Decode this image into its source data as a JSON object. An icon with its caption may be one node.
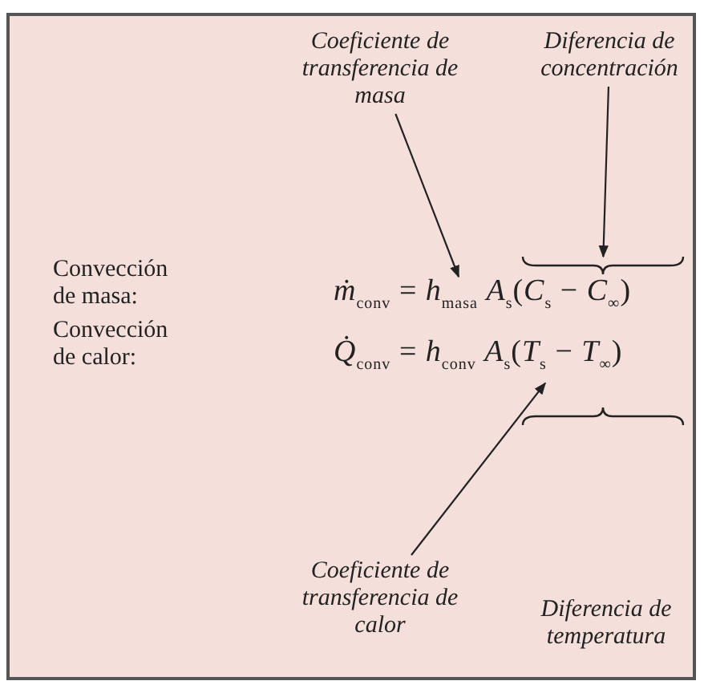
{
  "diagram": {
    "nodes": [
      {
        "text": [
          "Coeficiente de transferencia de masa"
        ]
      },
      {
        "text": [
          "Diferencia de concentración"
        ]
      },
      {
        "text": [
          "Coeficiente de transferencia de calor"
        ]
      },
      {
        "text": [],
        "shape": "brace"
      },
      {
        "text": [
          "*ṁ*$_{conv}$ = *h*$_{masa}$ *A*$_{s}$(*C*$_{s}$ − *C*$_{∞}$)"
        ]
      },
      {
        "text": [
          "*Q̇*$_{conv}$ = *h*$_{conv}$ *A*$_{s}$(*T*$_{s}$ − *T*$_{∞}$)"
        ]
      }
    ],
    "edges": [
      {
        "from": 0,
        "to": 4,
        "arrow": "to"
      },
      {
        "from": 1,
        "to": 3,
        "arrow": "to"
      },
      {
        "from": 2,
        "to": 5,
        "arrow": "to"
      }
    ],
    "labels": [
      "Convección de masa:",
      "Convección de calor:",
      "Diferencia de temperatura"
    ]
  }
}
